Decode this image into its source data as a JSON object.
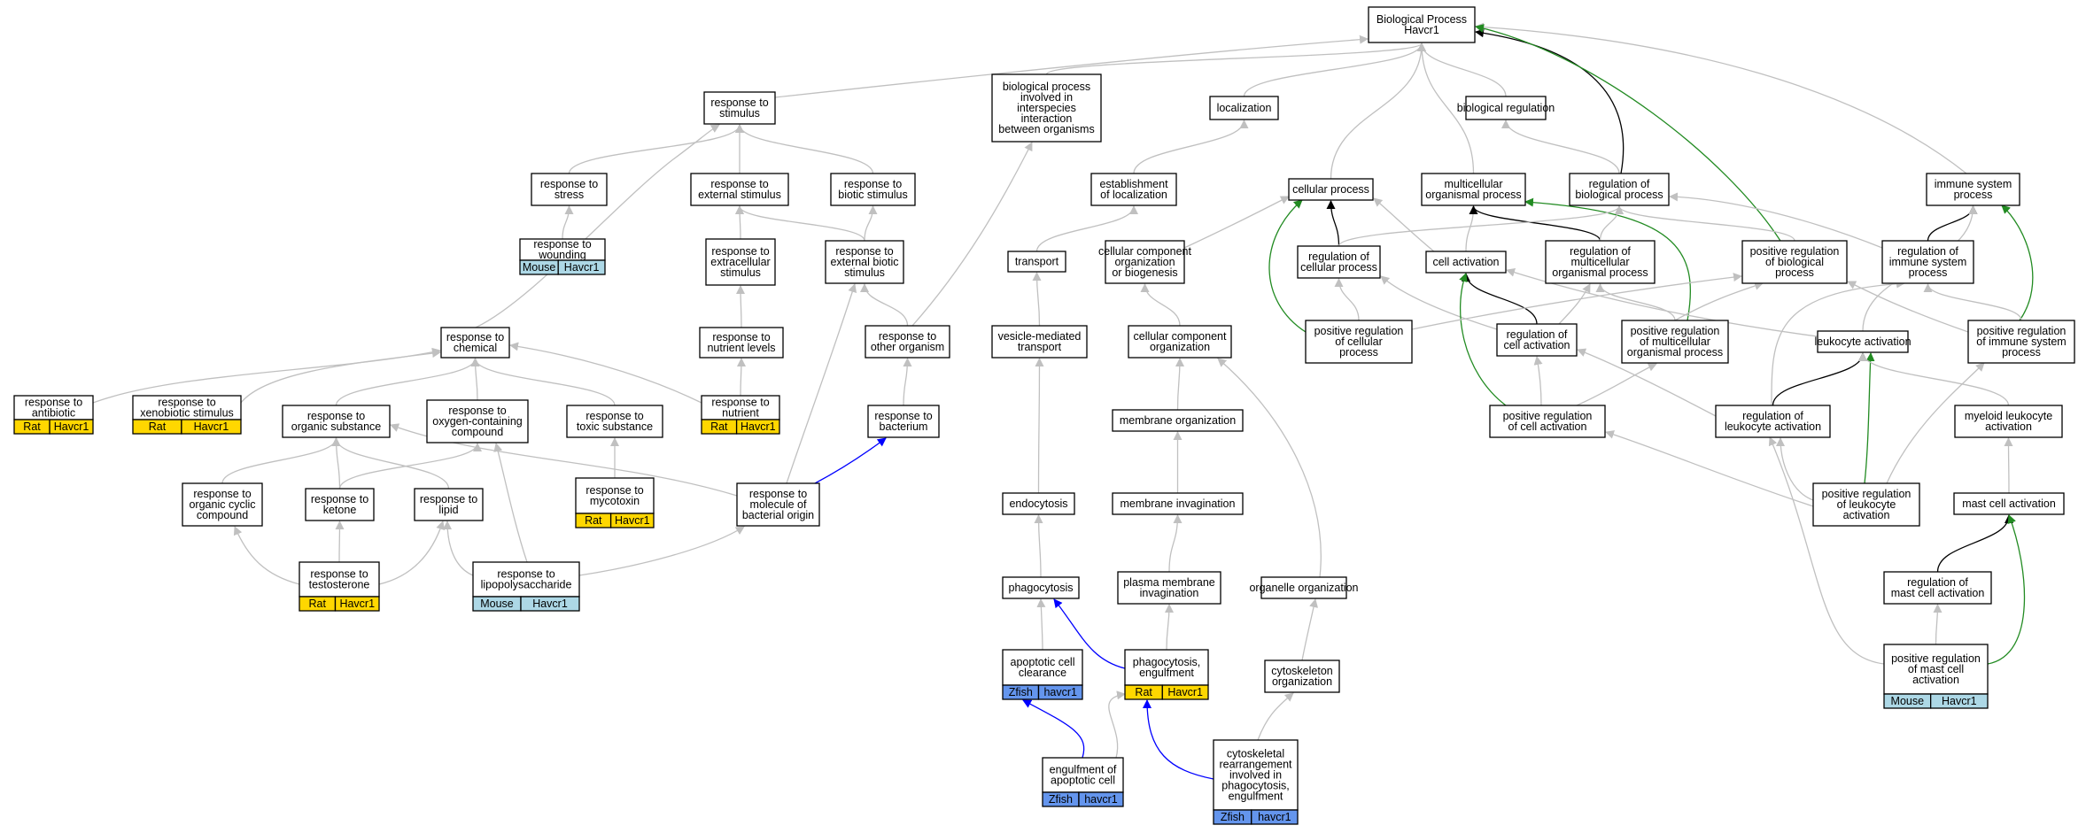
{
  "colors": {
    "edge_default": "#c0c0c0",
    "edge_black": "#000000",
    "edge_green": "#228b22",
    "edge_blue": "#0000ff",
    "rat": "#ffd700",
    "mouse": "#add8e6",
    "zfish": "#6495ed"
  },
  "nodes": [
    {
      "id": "root",
      "lines": [
        "Biological Process",
        "Havcr1"
      ]
    },
    {
      "id": "resp_stim",
      "lines": [
        "response to",
        "stimulus"
      ]
    },
    {
      "id": "bp_inter",
      "lines": [
        "biological process",
        "involved in",
        "interspecies",
        "interaction",
        "between organisms"
      ]
    },
    {
      "id": "localization",
      "lines": [
        "localization"
      ]
    },
    {
      "id": "bio_reg",
      "lines": [
        "biological regulation"
      ]
    },
    {
      "id": "resp_stress",
      "lines": [
        "response to",
        "stress"
      ]
    },
    {
      "id": "resp_ext",
      "lines": [
        "response to",
        "external stimulus"
      ]
    },
    {
      "id": "resp_biotic",
      "lines": [
        "response to",
        "biotic stimulus"
      ]
    },
    {
      "id": "est_loc",
      "lines": [
        "establishment",
        "of localization"
      ]
    },
    {
      "id": "cell_proc",
      "lines": [
        "cellular process"
      ]
    },
    {
      "id": "multi_proc",
      "lines": [
        "multicellular",
        "organismal process"
      ]
    },
    {
      "id": "reg_bio",
      "lines": [
        "regulation of",
        "biological process"
      ]
    },
    {
      "id": "immune",
      "lines": [
        "immune system",
        "process"
      ]
    },
    {
      "id": "resp_wound",
      "lines": [
        "response to",
        "wounding"
      ],
      "badge": {
        "species": "Mouse",
        "gene": "Havcr1",
        "color": "mouse"
      }
    },
    {
      "id": "resp_extracell",
      "lines": [
        "response to",
        "extracellular",
        "stimulus"
      ]
    },
    {
      "id": "resp_ext_biotic",
      "lines": [
        "response to",
        "external biotic",
        "stimulus"
      ]
    },
    {
      "id": "transport",
      "lines": [
        "transport"
      ]
    },
    {
      "id": "cc_org_bio",
      "lines": [
        "cellular component",
        "organization",
        "or biogenesis"
      ]
    },
    {
      "id": "reg_cell_proc",
      "lines": [
        "regulation of",
        "cellular process"
      ]
    },
    {
      "id": "cell_act",
      "lines": [
        "cell activation"
      ]
    },
    {
      "id": "reg_multi",
      "lines": [
        "regulation of",
        "multicellular",
        "organismal process"
      ]
    },
    {
      "id": "pos_reg_bio",
      "lines": [
        "positive regulation",
        "of biological",
        "process"
      ]
    },
    {
      "id": "reg_immune",
      "lines": [
        "regulation of",
        "immune system",
        "process"
      ]
    },
    {
      "id": "resp_chem",
      "lines": [
        "response to",
        "chemical"
      ]
    },
    {
      "id": "resp_nutr_lvl",
      "lines": [
        "response to",
        "nutrient levels"
      ]
    },
    {
      "id": "resp_other_org",
      "lines": [
        "response to",
        "other organism"
      ]
    },
    {
      "id": "vesicle",
      "lines": [
        "vesicle-mediated",
        "transport"
      ]
    },
    {
      "id": "cc_org",
      "lines": [
        "cellular component",
        "organization"
      ]
    },
    {
      "id": "pos_reg_cell_proc",
      "lines": [
        "positive regulation",
        "of cellular",
        "process"
      ]
    },
    {
      "id": "reg_cell_act",
      "lines": [
        "regulation of",
        "cell activation"
      ]
    },
    {
      "id": "pos_reg_multi",
      "lines": [
        "positive regulation",
        "of multicellular",
        "organismal process"
      ]
    },
    {
      "id": "leuk_act",
      "lines": [
        "leukocyte activation"
      ]
    },
    {
      "id": "pos_reg_immune",
      "lines": [
        "positive regulation",
        "of immune system",
        "process"
      ]
    },
    {
      "id": "resp_antibiotic",
      "lines": [
        "response to",
        "antibiotic"
      ],
      "badge": {
        "species": "Rat",
        "gene": "Havcr1",
        "color": "rat"
      }
    },
    {
      "id": "resp_xeno",
      "lines": [
        "response to",
        "xenobiotic stimulus"
      ],
      "badge": {
        "species": "Rat",
        "gene": "Havcr1",
        "color": "rat"
      }
    },
    {
      "id": "resp_organic",
      "lines": [
        "response to",
        "organic substance"
      ]
    },
    {
      "id": "resp_oxygen",
      "lines": [
        "response to",
        "oxygen-containing",
        "compound"
      ]
    },
    {
      "id": "resp_toxic",
      "lines": [
        "response to",
        "toxic substance"
      ]
    },
    {
      "id": "resp_nutrient",
      "lines": [
        "response to",
        "nutrient"
      ],
      "badge": {
        "species": "Rat",
        "gene": "Havcr1",
        "color": "rat"
      }
    },
    {
      "id": "resp_bact",
      "lines": [
        "response to",
        "bacterium"
      ]
    },
    {
      "id": "membrane_org",
      "lines": [
        "membrane organization"
      ]
    },
    {
      "id": "pos_reg_cell_act",
      "lines": [
        "positive regulation",
        "of cell activation"
      ]
    },
    {
      "id": "reg_leuk_act",
      "lines": [
        "regulation of",
        "leukocyte activation"
      ]
    },
    {
      "id": "myeloid",
      "lines": [
        "myeloid leukocyte",
        "activation"
      ]
    },
    {
      "id": "resp_org_cyclic",
      "lines": [
        "response to",
        "organic cyclic",
        "compound"
      ]
    },
    {
      "id": "resp_ketone",
      "lines": [
        "response to",
        "ketone"
      ]
    },
    {
      "id": "resp_lipid",
      "lines": [
        "response to",
        "lipid"
      ]
    },
    {
      "id": "resp_myco",
      "lines": [
        "response to",
        "mycotoxin"
      ],
      "badge": {
        "species": "Rat",
        "gene": "Havcr1",
        "color": "rat"
      }
    },
    {
      "id": "resp_mol_bact",
      "lines": [
        "response to",
        "molecule of",
        "bacterial origin"
      ]
    },
    {
      "id": "endocytosis",
      "lines": [
        "endocytosis"
      ]
    },
    {
      "id": "membrane_inv",
      "lines": [
        "membrane invagination"
      ]
    },
    {
      "id": "pos_reg_leuk",
      "lines": [
        "positive regulation",
        "of leukocyte",
        "activation"
      ]
    },
    {
      "id": "mast_act",
      "lines": [
        "mast cell activation"
      ]
    },
    {
      "id": "resp_testo",
      "lines": [
        "response to",
        "testosterone"
      ],
      "badge": {
        "species": "Rat",
        "gene": "Havcr1",
        "color": "rat"
      }
    },
    {
      "id": "resp_lps",
      "lines": [
        "response to",
        "lipopolysaccharide"
      ],
      "badge": {
        "species": "Mouse",
        "gene": "Havcr1",
        "color": "mouse"
      }
    },
    {
      "id": "phagocytosis",
      "lines": [
        "phagocytosis"
      ]
    },
    {
      "id": "plasma_inv",
      "lines": [
        "plasma membrane",
        "invagination"
      ]
    },
    {
      "id": "organelle_org",
      "lines": [
        "organelle organization"
      ]
    },
    {
      "id": "reg_mast",
      "lines": [
        "regulation of",
        "mast cell activation"
      ]
    },
    {
      "id": "apoptotic",
      "lines": [
        "apoptotic cell",
        "clearance"
      ],
      "badge": {
        "species": "Zfish",
        "gene": "havcr1",
        "color": "zfish"
      }
    },
    {
      "id": "phago_engulf",
      "lines": [
        "phagocytosis,",
        "engulfment"
      ],
      "badge": {
        "species": "Rat",
        "gene": "Havcr1",
        "color": "rat"
      }
    },
    {
      "id": "cytoskel_org",
      "lines": [
        "cytoskeleton",
        "organization"
      ]
    },
    {
      "id": "pos_reg_mast",
      "lines": [
        "positive regulation",
        "of mast cell",
        "activation"
      ],
      "badge": {
        "species": "Mouse",
        "gene": "Havcr1",
        "color": "mouse"
      }
    },
    {
      "id": "engulf_apop",
      "lines": [
        "engulfment of",
        "apoptotic cell"
      ],
      "badge": {
        "species": "Zfish",
        "gene": "havcr1",
        "color": "zfish"
      }
    },
    {
      "id": "cytoskel_rearr",
      "lines": [
        "cytoskeletal",
        "rearrangement",
        "involved in",
        "phagocytosis,",
        "engulfment"
      ],
      "badge": {
        "species": "Zfish",
        "gene": "havcr1",
        "color": "zfish"
      }
    }
  ],
  "edges": [
    {
      "from": "resp_stim",
      "to": "root",
      "color": "gray"
    },
    {
      "from": "bp_inter",
      "to": "root",
      "color": "gray"
    },
    {
      "from": "localization",
      "to": "root",
      "color": "gray"
    },
    {
      "from": "bio_reg",
      "to": "root",
      "color": "gray"
    },
    {
      "from": "cell_proc",
      "to": "root",
      "color": "gray"
    },
    {
      "from": "multi_proc",
      "to": "root",
      "color": "gray"
    },
    {
      "from": "reg_bio",
      "to": "root",
      "color": "black"
    },
    {
      "from": "immune",
      "to": "root",
      "color": "gray"
    },
    {
      "from": "pos_reg_bio",
      "to": "root",
      "color": "green"
    },
    {
      "from": "resp_stress",
      "to": "resp_stim",
      "color": "gray"
    },
    {
      "from": "resp_ext",
      "to": "resp_stim",
      "color": "gray"
    },
    {
      "from": "resp_biotic",
      "to": "resp_stim",
      "color": "gray"
    },
    {
      "from": "resp_chem",
      "to": "resp_stim",
      "color": "gray"
    },
    {
      "from": "est_loc",
      "to": "localization",
      "color": "gray"
    },
    {
      "from": "reg_bio",
      "to": "bio_reg",
      "color": "gray"
    },
    {
      "from": "resp_wound",
      "to": "resp_stress",
      "color": "gray"
    },
    {
      "from": "resp_extracell",
      "to": "resp_ext",
      "color": "gray"
    },
    {
      "from": "resp_ext_biotic",
      "to": "resp_ext",
      "color": "gray"
    },
    {
      "from": "resp_ext_biotic",
      "to": "resp_biotic",
      "color": "gray"
    },
    {
      "from": "transport",
      "to": "est_loc",
      "color": "gray"
    },
    {
      "from": "cc_org_bio",
      "to": "cell_proc",
      "color": "gray"
    },
    {
      "from": "reg_cell_proc",
      "to": "cell_proc",
      "color": "black"
    },
    {
      "from": "cell_act",
      "to": "cell_proc",
      "color": "gray"
    },
    {
      "from": "pos_reg_cell_proc",
      "to": "cell_proc",
      "color": "green"
    },
    {
      "from": "cell_act",
      "to": "multi_proc",
      "color": "gray"
    },
    {
      "from": "reg_multi",
      "to": "multi_proc",
      "color": "black"
    },
    {
      "from": "pos_reg_multi",
      "to": "multi_proc",
      "color": "green"
    },
    {
      "from": "reg_cell_proc",
      "to": "reg_bio",
      "color": "gray"
    },
    {
      "from": "reg_multi",
      "to": "reg_bio",
      "color": "gray"
    },
    {
      "from": "pos_reg_bio",
      "to": "reg_bio",
      "color": "gray"
    },
    {
      "from": "reg_immune",
      "to": "reg_bio",
      "color": "gray"
    },
    {
      "from": "reg_immune",
      "to": "immune",
      "color": "black"
    },
    {
      "from": "leuk_act",
      "to": "immune",
      "color": "gray"
    },
    {
      "from": "pos_reg_immune",
      "to": "immune",
      "color": "green"
    },
    {
      "from": "resp_nutr_lvl",
      "to": "resp_extracell",
      "color": "gray"
    },
    {
      "from": "resp_other_org",
      "to": "resp_ext_biotic",
      "color": "gray"
    },
    {
      "from": "resp_mol_bact",
      "to": "resp_ext_biotic",
      "color": "gray"
    },
    {
      "from": "resp_other_org",
      "to": "bp_inter",
      "color": "gray"
    },
    {
      "from": "vesicle",
      "to": "transport",
      "color": "gray"
    },
    {
      "from": "cc_org",
      "to": "cc_org_bio",
      "color": "gray"
    },
    {
      "from": "pos_reg_cell_proc",
      "to": "reg_cell_proc",
      "color": "gray"
    },
    {
      "from": "reg_cell_act",
      "to": "reg_cell_proc",
      "color": "gray"
    },
    {
      "from": "reg_cell_act",
      "to": "cell_act",
      "color": "black"
    },
    {
      "from": "pos_reg_cell_act",
      "to": "cell_act",
      "color": "green"
    },
    {
      "from": "leuk_act",
      "to": "cell_act",
      "color": "gray"
    },
    {
      "from": "pos_reg_multi",
      "to": "reg_multi",
      "color": "gray"
    },
    {
      "from": "reg_cell_act",
      "to": "reg_multi",
      "color": "gray"
    },
    {
      "from": "pos_reg_cell_proc",
      "to": "pos_reg_bio",
      "color": "gray"
    },
    {
      "from": "pos_reg_multi",
      "to": "pos_reg_bio",
      "color": "gray"
    },
    {
      "from": "pos_reg_immune",
      "to": "pos_reg_bio",
      "color": "gray"
    },
    {
      "from": "pos_reg_immune",
      "to": "reg_immune",
      "color": "gray"
    },
    {
      "from": "reg_leuk_act",
      "to": "reg_immune",
      "color": "gray"
    },
    {
      "from": "resp_antibiotic",
      "to": "resp_chem",
      "color": "gray"
    },
    {
      "from": "resp_xeno",
      "to": "resp_chem",
      "color": "gray"
    },
    {
      "from": "resp_organic",
      "to": "resp_chem",
      "color": "gray"
    },
    {
      "from": "resp_oxygen",
      "to": "resp_chem",
      "color": "gray"
    },
    {
      "from": "resp_toxic",
      "to": "resp_chem",
      "color": "gray"
    },
    {
      "from": "resp_nutrient",
      "to": "resp_chem",
      "color": "gray"
    },
    {
      "from": "resp_nutrient",
      "to": "resp_nutr_lvl",
      "color": "gray"
    },
    {
      "from": "resp_bact",
      "to": "resp_other_org",
      "color": "gray"
    },
    {
      "from": "vesicle_up",
      "to": "vesicle",
      "color": "gray"
    },
    {
      "from": "membrane_org",
      "to": "cc_org",
      "color": "gray"
    },
    {
      "from": "organelle_org",
      "to": "cc_org",
      "color": "gray"
    },
    {
      "from": "pos_reg_cell_act",
      "to": "reg_cell_act",
      "color": "gray"
    },
    {
      "from": "reg_leuk_act",
      "to": "reg_cell_act",
      "color": "gray"
    },
    {
      "from": "pos_reg_cell_act",
      "to": "pos_reg_multi",
      "color": "gray"
    },
    {
      "from": "reg_leuk_act",
      "to": "leuk_act",
      "color": "black"
    },
    {
      "from": "pos_reg_leuk",
      "to": "leuk_act",
      "color": "green"
    },
    {
      "from": "myeloid",
      "to": "leuk_act",
      "color": "gray"
    },
    {
      "from": "pos_reg_leuk",
      "to": "pos_reg_immune",
      "color": "gray"
    },
    {
      "from": "resp_org_cyclic",
      "to": "resp_organic",
      "color": "gray"
    },
    {
      "from": "resp_ketone",
      "to": "resp_organic",
      "color": "gray"
    },
    {
      "from": "resp_lipid",
      "to": "resp_organic",
      "color": "gray"
    },
    {
      "from": "resp_mol_bact",
      "to": "resp_organic",
      "color": "gray"
    },
    {
      "from": "resp_ketone",
      "to": "resp_oxygen",
      "color": "gray"
    },
    {
      "from": "resp_lps",
      "to": "resp_oxygen",
      "color": "gray"
    },
    {
      "from": "resp_myco",
      "to": "resp_toxic",
      "color": "gray"
    },
    {
      "from": "resp_mol_bact",
      "to": "resp_bact",
      "color": "blue"
    },
    {
      "from": "membrane_inv",
      "to": "membrane_org",
      "color": "gray"
    },
    {
      "from": "pos_reg_leuk",
      "to": "pos_reg_cell_act",
      "color": "gray"
    },
    {
      "from": "pos_reg_leuk",
      "to": "reg_leuk_act",
      "color": "gray"
    },
    {
      "from": "pos_reg_mast",
      "to": "reg_leuk_act",
      "color": "gray"
    },
    {
      "from": "mast_act",
      "to": "myeloid",
      "color": "gray"
    },
    {
      "from": "resp_testo",
      "to": "resp_org_cyclic",
      "color": "gray"
    },
    {
      "from": "resp_testo",
      "to": "resp_ketone",
      "color": "gray"
    },
    {
      "from": "resp_testo",
      "to": "resp_lipid",
      "color": "gray"
    },
    {
      "from": "resp_lps",
      "to": "resp_lipid",
      "color": "gray"
    },
    {
      "from": "resp_lps",
      "to": "resp_mol_bact",
      "color": "gray"
    },
    {
      "from": "endocytosis",
      "to": "vesicle",
      "color": "gray"
    },
    {
      "from": "plasma_inv",
      "to": "membrane_inv",
      "color": "gray"
    },
    {
      "from": "reg_mast",
      "to": "mast_act",
      "color": "black"
    },
    {
      "from": "pos_reg_mast",
      "to": "mast_act",
      "color": "green"
    },
    {
      "from": "phagocytosis",
      "to": "endocytosis",
      "color": "gray"
    },
    {
      "from": "phago_engulf",
      "to": "plasma_inv",
      "color": "gray"
    },
    {
      "from": "phago_engulf",
      "to": "phagocytosis",
      "color": "blue"
    },
    {
      "from": "cytoskel_org",
      "to": "organelle_org",
      "color": "gray"
    },
    {
      "from": "pos_reg_mast",
      "to": "reg_mast",
      "color": "gray"
    },
    {
      "from": "apoptotic",
      "to": "phagocytosis",
      "color": "gray"
    },
    {
      "from": "engulf_apop",
      "to": "apoptotic",
      "color": "blue"
    },
    {
      "from": "engulf_apop",
      "to": "phago_engulf",
      "color": "gray"
    },
    {
      "from": "cytoskel_rearr",
      "to": "phago_engulf",
      "color": "blue"
    },
    {
      "from": "cytoskel_rearr",
      "to": "cytoskel_org",
      "color": "gray"
    }
  ]
}
